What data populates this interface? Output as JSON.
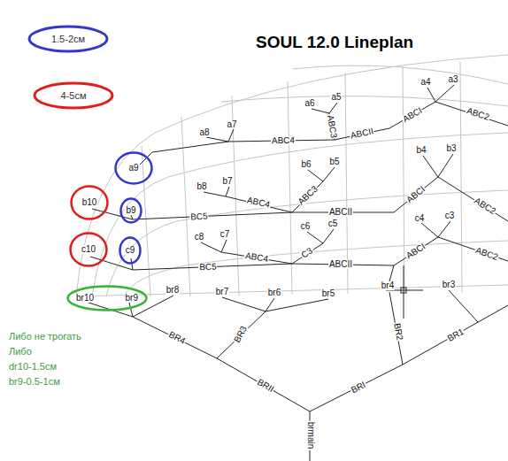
{
  "diagram": {
    "title": "SOUL 12.0 Lineplan",
    "nodes": [
      {
        "text": [
          "a9"
        ]
      },
      {
        "text": [
          "b10"
        ]
      },
      {
        "text": [
          "b9"
        ]
      },
      {
        "text": [
          "c10"
        ]
      },
      {
        "text": [
          "c9"
        ]
      },
      {
        "text": [
          "br10",
          "br9"
        ]
      }
    ],
    "labels": [
      "a4",
      "a3",
      "a6",
      "a5",
      "ABC2",
      "ABC3",
      "ABCI",
      "a8",
      "a7",
      "ABC4",
      "ABCII",
      "b4",
      "b3",
      "b6",
      "b5",
      "b8",
      "b7",
      "ABC3",
      "ABC2",
      "ABC4",
      "ABCI",
      "BC5",
      "ABCII",
      "c4",
      "c3",
      "c6",
      "c5",
      "c8",
      "c7",
      "ABC2",
      "C3",
      "ABC4",
      "ABCI",
      "ABCII",
      "BC5",
      "br8",
      "br7",
      "br6",
      "br5",
      "br4",
      "br3",
      "BR4",
      "BR3",
      "BR2",
      "BR1",
      "BRII",
      "BRI",
      "brmain",
      "Либо не трогать",
      "Либо",
      "dr10-1.5см",
      "br9-0.5-1см"
    ],
    "legend": [
      {
        "text": "1.5-2см",
        "color": "#3535d0"
      },
      {
        "text": "4-5см",
        "color": "#e41b1b"
      }
    ]
  }
}
